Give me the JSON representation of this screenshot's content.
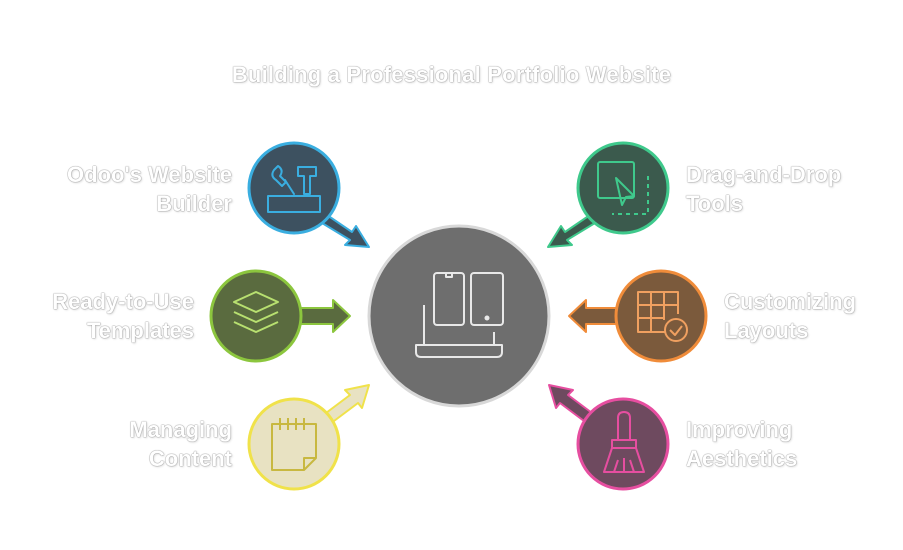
{
  "title": "Building a Professional Portfolio Website",
  "center": {
    "icon": "devices-icon",
    "color": "#6e6e6e"
  },
  "nodes": [
    {
      "id": "odoo",
      "lines": [
        "Odoo's Website",
        "Builder"
      ],
      "icon": "tools-icon",
      "color": "#3aaee0",
      "fill": "#3d5160"
    },
    {
      "id": "templates",
      "lines": [
        "Ready-to-Use",
        "Templates"
      ],
      "icon": "layers-icon",
      "color": "#8cc63e",
      "fill": "#5a6b3f"
    },
    {
      "id": "content",
      "lines": [
        "Managing",
        "Content"
      ],
      "icon": "notepad-icon",
      "color": "#f0e24a",
      "fill": "#e8e2c2"
    },
    {
      "id": "dragdrop",
      "lines": [
        "Drag-and-Drop",
        "Tools"
      ],
      "icon": "cursor-select-icon",
      "color": "#3fc98c",
      "fill": "#3b5a4d"
    },
    {
      "id": "layouts",
      "lines": [
        "Customizing",
        "Layouts"
      ],
      "icon": "grid-check-icon",
      "color": "#f08c3a",
      "fill": "#7b5a3c"
    },
    {
      "id": "aesthetics",
      "lines": [
        "Improving",
        "Aesthetics"
      ],
      "icon": "paintbrush-icon",
      "color": "#e64ea0",
      "fill": "#6e4a5f"
    }
  ]
}
